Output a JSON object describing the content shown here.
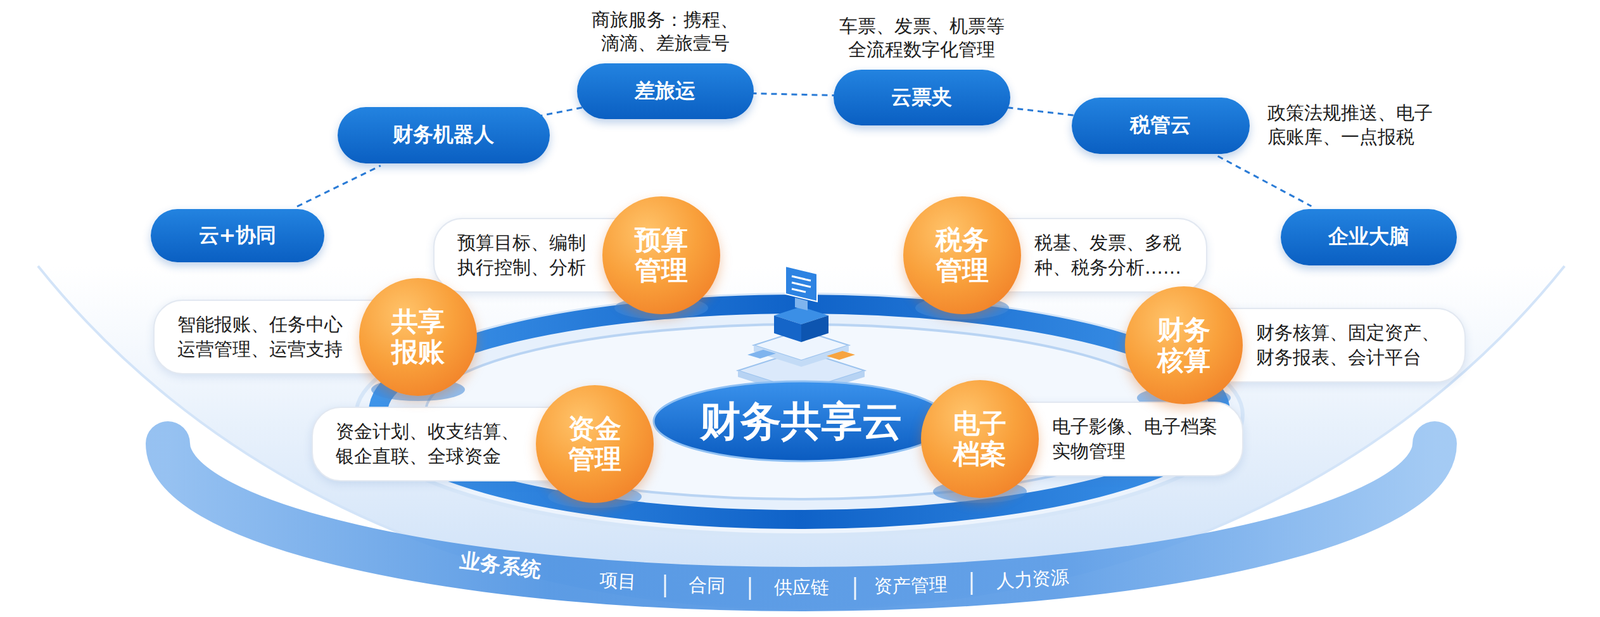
{
  "diagram": {
    "nodes": [
      {
        "text": [
          "云+协同"
        ]
      },
      {
        "text": [
          "财务机器人"
        ]
      },
      {
        "text": [
          "差旅运",
          "商旅服务：携程、 滴滴、差旅壹号"
        ]
      },
      {
        "text": [
          "云票夹",
          "车票、发票、机票等 全流程数字化管理"
        ]
      },
      {
        "text": [
          "税管云",
          "政策法规推送、电子 底账库、一点报税"
        ]
      },
      {
        "text": [
          "企业大脑"
        ]
      },
      {
        "text": [
          "预算目标、编制 执行控制、分析"
        ]
      },
      {
        "text": [
          "预算管理"
        ]
      },
      {
        "text": [
          "税务管理"
        ]
      },
      {
        "text": [
          "税基、发票、多税 种、税务分析……"
        ]
      },
      {
        "text": [
          "智能报账、任务中心 运营管理、运营支持"
        ]
      },
      {
        "text": [
          "共享报账"
        ]
      },
      {
        "text": [
          "财务核算"
        ]
      },
      {
        "text": [
          "财务核算、固定资产、 财务报表、会计平台"
        ]
      },
      {
        "text": [
          "财务共享云"
        ]
      },
      {
        "text": [
          "资金计划、收支结算、 银企直联、全球资金"
        ]
      },
      {
        "text": [
          "资金管理"
        ]
      },
      {
        "text": [
          "电子档案"
        ]
      },
      {
        "text": [
          "电子影像、电子档案 实物管理"
        ]
      }
    ],
    "edges": [
      {
        "from": 0,
        "to": 1,
        "arrow": "none"
      },
      {
        "from": 1,
        "to": 2,
        "arrow": "none"
      },
      {
        "from": 2,
        "to": 3,
        "arrow": "none"
      },
      {
        "from": 3,
        "to": 4,
        "arrow": "none"
      },
      {
        "from": 4,
        "to": 5,
        "arrow": "none"
      }
    ],
    "labels": [
      "业务系统",
      "项目",
      "合同",
      "供应链",
      "资产管理",
      "人力资源"
    ]
  }
}
